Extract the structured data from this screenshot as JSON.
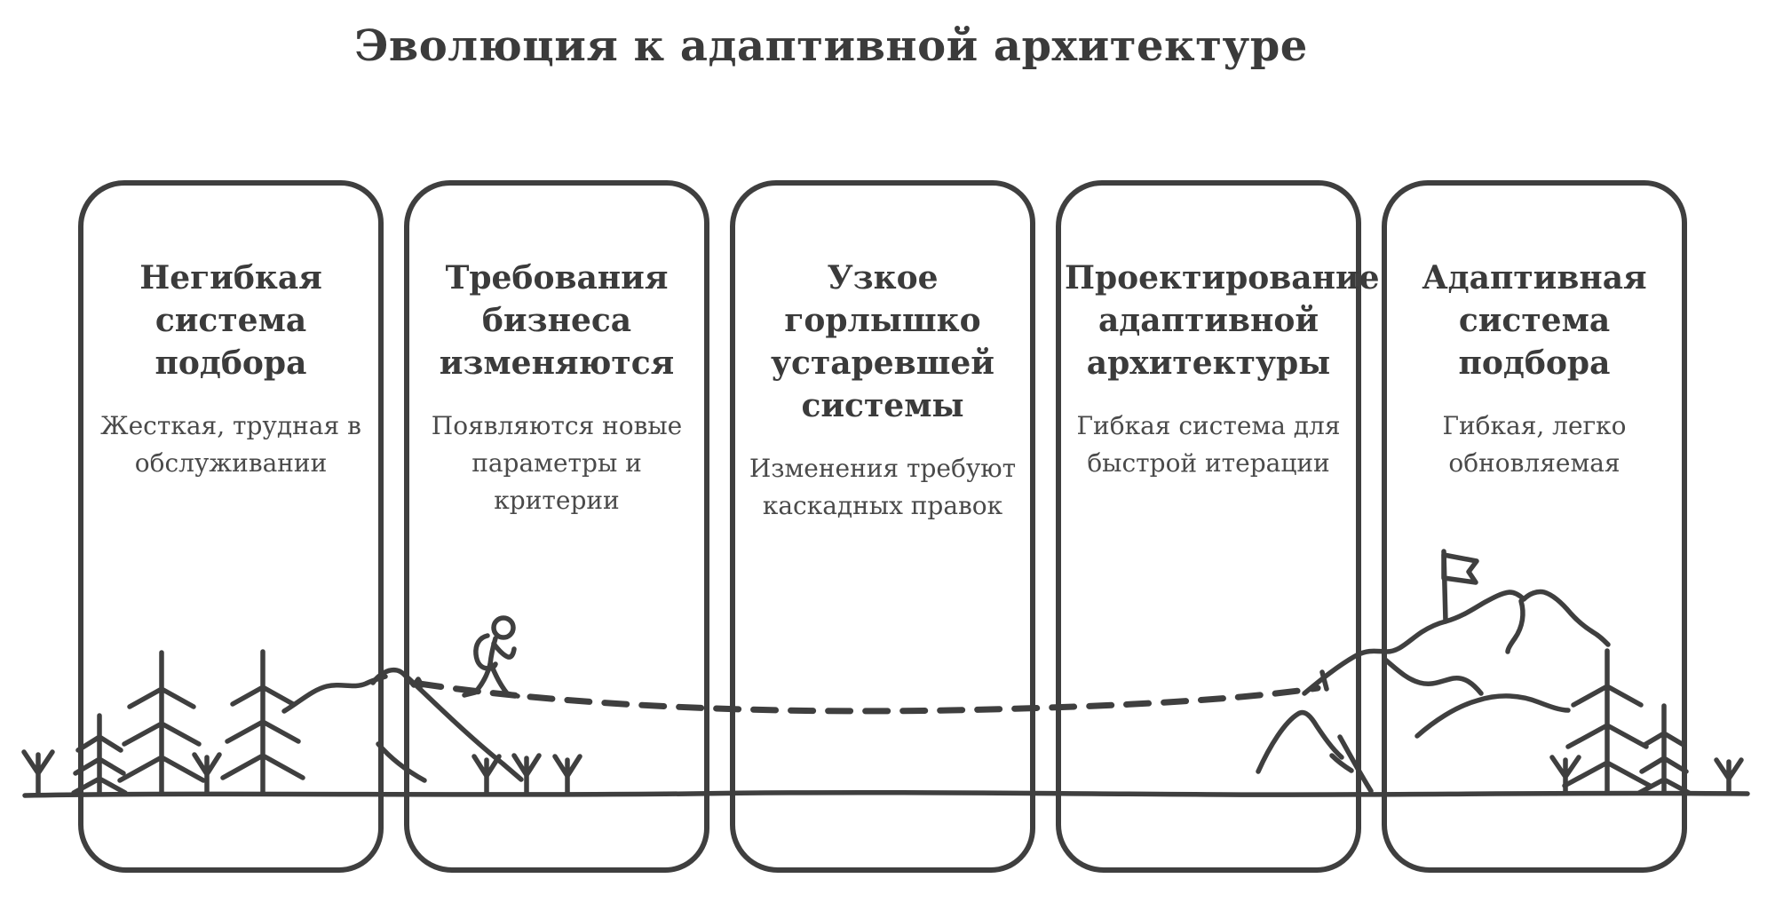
{
  "title": "Эволюция к адаптивной архитектуре",
  "panels": [
    {
      "heading": "Негибкая\nсистема\nподбора",
      "description": "Жесткая, трудная в\nобслуживании"
    },
    {
      "heading": "Требования\nбизнеса\nизменяются",
      "description": "Появляются новые\nпараметры и\nкритерии"
    },
    {
      "heading": "Узкое\nгорлышко\nустаревшей\nсистемы",
      "description": "Изменения требуют\nкаскадных правок"
    },
    {
      "heading": "Проектирование\nадаптивной\nархитектуры",
      "description": "Гибкая система для\nбыстрой итерации"
    },
    {
      "heading": "Адаптивная\nсистема\nподбора",
      "description": "Гибкая, легко\nобновляемая"
    }
  ],
  "colors": {
    "ink": "#3f3f3f",
    "heading_text": "#3b3b3b",
    "body_text": "#4a4a4a",
    "background": "#ffffff"
  },
  "scene": {
    "ground": "ground-line",
    "trail": "dashed-trail",
    "icons": [
      "pine-tree-icon",
      "sapling-icon",
      "hiker-with-backpack-icon",
      "mountain-peak-icon",
      "summit-flag-icon",
      "mountain-range-icon"
    ]
  }
}
